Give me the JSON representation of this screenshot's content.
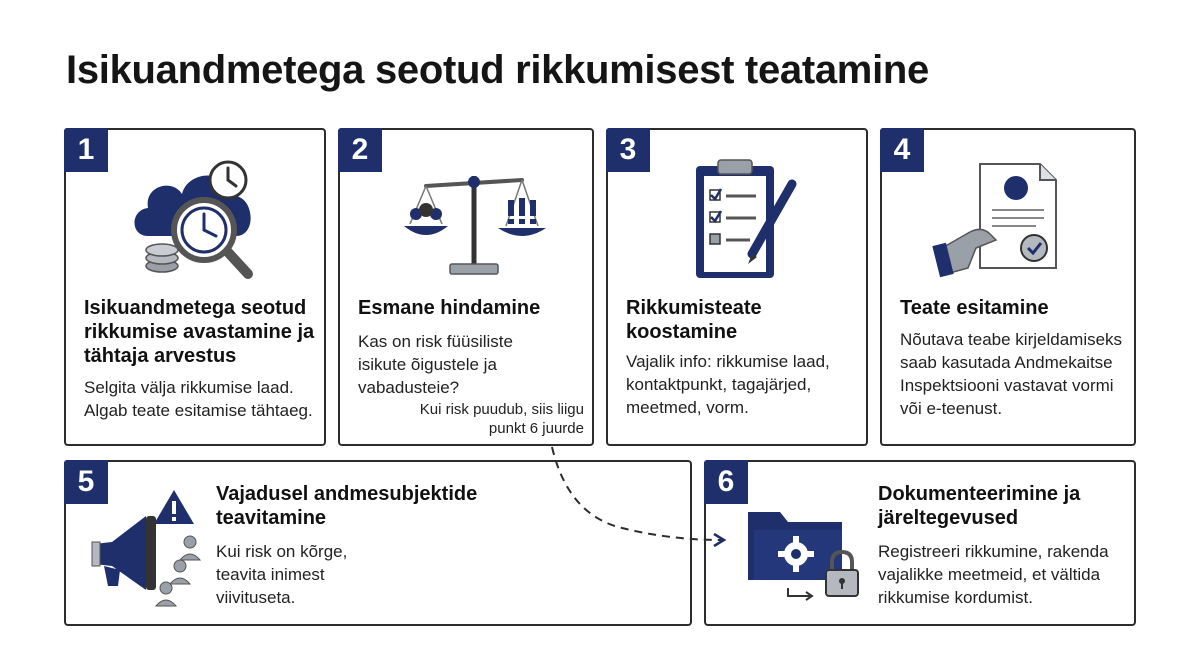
{
  "title": "Isikuandmetega seotud rikkumisest teatamine",
  "colors": {
    "navy": "#1f2f6b",
    "border": "#2c2c2c",
    "grey": "#b5b8bf"
  },
  "steps": [
    {
      "number": "1",
      "heading": "Isikuandmetega seotud rikkumise avastamine ja tähtaja arvestus",
      "body": "Selgita välja rikkumise laad. Algab teate esitamise tähtaeg.",
      "icon": "cloud-magnifier-clock-icon"
    },
    {
      "number": "2",
      "heading": "Esmane hindamine",
      "body": "Kas on risk füüsiliste isikute õigustele ja vabadusteie?",
      "note": "Kui risk puudub, siis liigu punkt 6 juurde",
      "icon": "balance-scale-icon"
    },
    {
      "number": "3",
      "heading": "Rikkumisteate koostamine",
      "body": "Vajalik info: rikkumise laad, kontaktpunkt, tagajärjed, meetmed, vorm.",
      "icon": "clipboard-checklist-icon"
    },
    {
      "number": "4",
      "heading": "Teate esitamine",
      "body": "Nõutava teabe kirjeldamiseks saab kasutada Andmekaitse Inspektsiooni vastavat vormi või e-teenust.",
      "icon": "hand-document-icon"
    },
    {
      "number": "5",
      "heading": "Vajadusel andmesubjektide teavitamine",
      "body": "Kui risk on kõrge, teavita inimest viivituseta.",
      "icon": "megaphone-warning-icon"
    },
    {
      "number": "6",
      "heading": "Dokumenteerimine ja järeltegevused",
      "body": "Registreeri rikkumine, rakenda vajalikke meetmeid, et vältida rikkumise kordumist.",
      "icon": "folder-lock-icon"
    }
  ]
}
